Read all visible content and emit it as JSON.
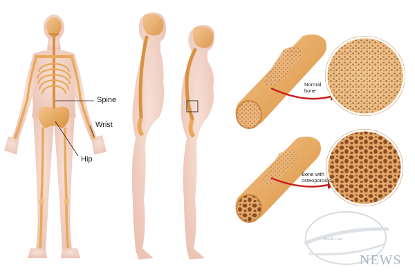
{
  "labels": {
    "spine": "Spine",
    "wrist": "Wrist",
    "hip": "Hip"
  },
  "bones": {
    "normal": "Normal\nbone",
    "osteoporosis": "Bone with\nosteoporosis"
  },
  "watermark": {
    "small_text": "Health Care",
    "brand": "NEWS"
  },
  "colors": {
    "skin": "#f2d2c6",
    "bone": "#e8a95a",
    "arrow": "#c8201c",
    "watermark": "#aab4be"
  }
}
